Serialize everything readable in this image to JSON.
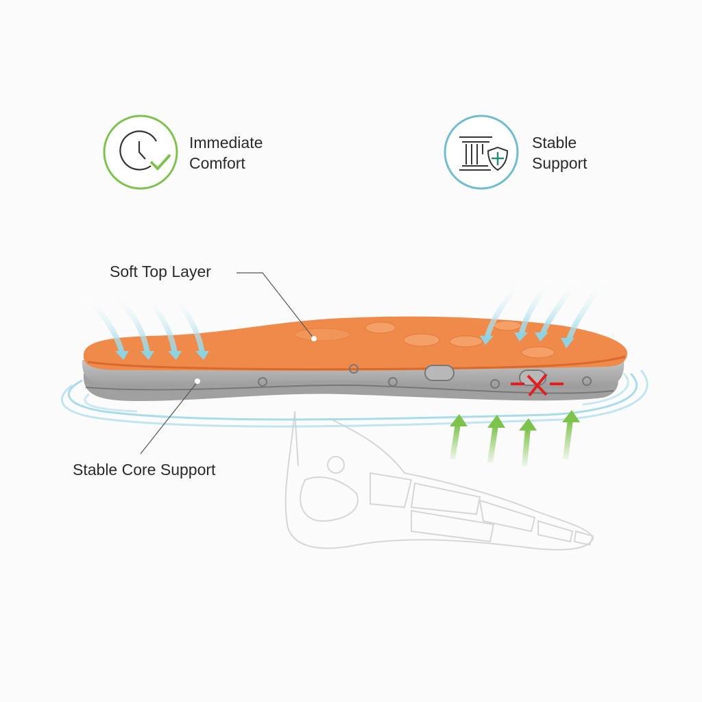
{
  "badges": [
    {
      "line1": "Immediate",
      "line2": "Comfort",
      "icon": "clock-check-icon",
      "color": "#7dc24b"
    },
    {
      "line1": "Stable",
      "line2": "Support",
      "icon": "pillar-shield-icon",
      "color": "#6dbcd4"
    }
  ],
  "callouts": {
    "top_layer": "Soft Top Layer",
    "core": "Stable Core Support"
  },
  "colors": {
    "orange": "#f08a4b",
    "gray": "#a9a9a9",
    "air": "#8fd3e3",
    "push": "#7dc24b",
    "warning": "#e02020"
  }
}
